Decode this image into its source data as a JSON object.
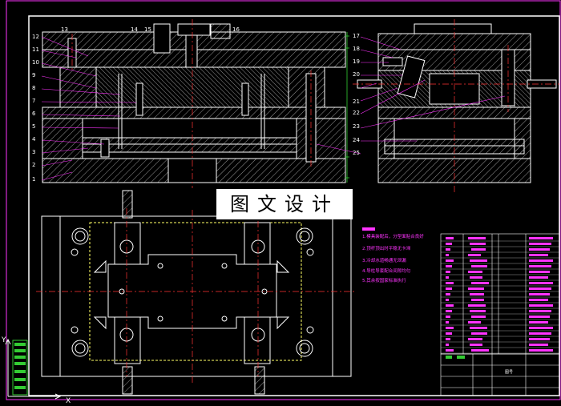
{
  "window": {
    "title": "Injection Mold Assembly Drawing"
  },
  "watermark": {
    "text": "图文设计"
  },
  "left_callouts": [
    "12",
    "11",
    "10",
    "9",
    "8",
    "7",
    "6",
    "5",
    "4",
    "3",
    "2",
    "1"
  ],
  "top_callouts": [
    "13",
    "14",
    "15",
    "16"
  ],
  "right_callouts": [
    "17",
    "18",
    "19",
    "20",
    "21",
    "22",
    "23",
    "24",
    "25"
  ],
  "notes": {
    "lines": [
      "1.模具装配后，分型面贴合良好",
      "2.顶杆顶出时平稳无卡滞",
      "3.冷却水道畅通无泄漏",
      "4.导柱导套配合间隙均匀",
      "5.其余按国家标准执行"
    ]
  },
  "title_block": {
    "label": "图号"
  },
  "ucs": {
    "x_label": "X",
    "y_label": "Y"
  },
  "colors": {
    "frame": "#ffffff",
    "centerline": "#ff3333",
    "dim": "#33cc33",
    "note": "#ff33ff",
    "hatch": "#ffffff",
    "hidden": "#ffff66"
  }
}
